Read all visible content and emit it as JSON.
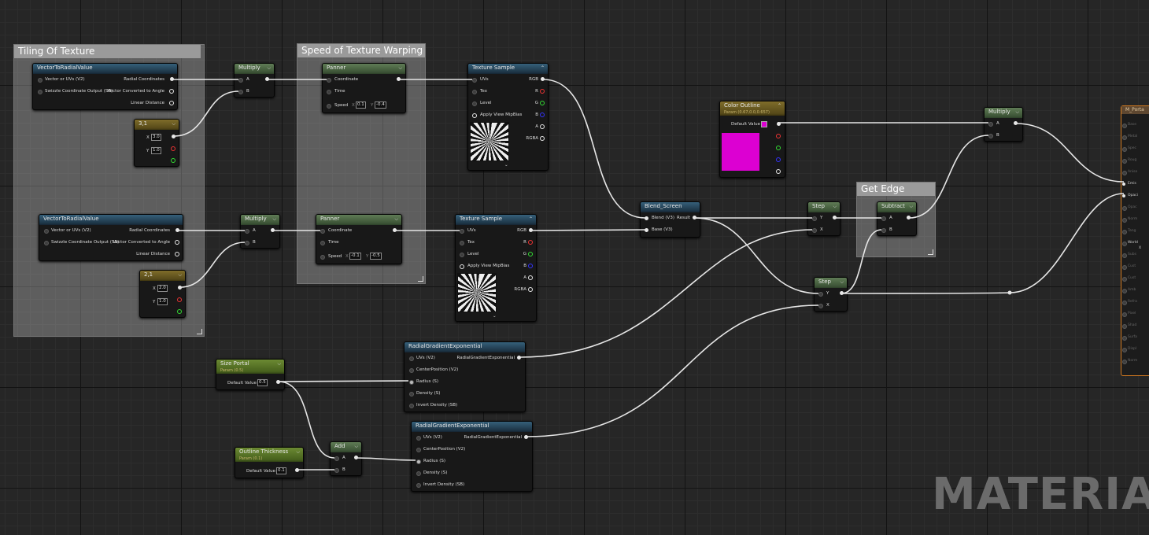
{
  "comments": {
    "tiling": "Tiling Of Texture",
    "speed": "Speed of Texture Warping",
    "edge": "Get Edge"
  },
  "nodes": {
    "vtr1": {
      "title": "VectorToRadialValue",
      "in_uvs": "Vector or UVs (V2)",
      "in_swizzle": "Swizzle Coordinate Output (SB)",
      "out_radial": "Radial Coordinates",
      "out_angle": "Vector Converted to Angle",
      "out_linear": "Linear Distance"
    },
    "vtr2": {
      "title": "VectorToRadialValue",
      "in_uvs": "Vector or UVs (V2)",
      "in_swizzle": "Swizzle Coordinate Output (SB)",
      "out_radial": "Radial Coordinates",
      "out_angle": "Vector Converted to Angle",
      "out_linear": "Linear Distance"
    },
    "c31": {
      "title": "3,1",
      "x_label": "X",
      "x_value": "3.0",
      "y_label": "Y",
      "y_value": "1.0"
    },
    "c21": {
      "title": "2,1",
      "x_label": "X",
      "x_value": "2.0",
      "y_label": "Y",
      "y_value": "1.0"
    },
    "mul1": {
      "title": "Multiply",
      "a": "A",
      "b": "B"
    },
    "mul2": {
      "title": "Multiply",
      "a": "A",
      "b": "B"
    },
    "mul3": {
      "title": "Multiply",
      "a": "A",
      "b": "B"
    },
    "pan1": {
      "title": "Panner",
      "coord": "Coordinate",
      "time": "Time",
      "speed": "Speed",
      "sx_label": "X",
      "sx": "0.1",
      "sy_label": "Y",
      "sy": "-0.4"
    },
    "pan2": {
      "title": "Panner",
      "coord": "Coordinate",
      "time": "Time",
      "speed": "Speed",
      "sx_label": "X",
      "sx": "-0.1",
      "sy_label": "Y",
      "sy": "-0.5"
    },
    "tex1": {
      "title": "Texture Sample",
      "uvs": "UVs",
      "tex": "Tex",
      "level": "Level",
      "mip": "Apply View MipBias",
      "rgb": "RGB",
      "r": "R",
      "g": "G",
      "b": "B",
      "a": "A",
      "rgba": "RGBA"
    },
    "tex2": {
      "title": "Texture Sample",
      "uvs": "UVs",
      "tex": "Tex",
      "level": "Level",
      "mip": "Apply View MipBias",
      "rgb": "RGB",
      "r": "R",
      "g": "G",
      "b": "B",
      "a": "A",
      "rgba": "RGBA"
    },
    "blend": {
      "title": "Blend_Screen",
      "blend": "Blend (V3)",
      "base": "Base (V3)",
      "result": "Result"
    },
    "color": {
      "title": "Color Outline",
      "subtitle": "Param (0.67,0.0,0.657)",
      "default": "Default Value",
      "swatch_color": "#dc00d2"
    },
    "step1": {
      "title": "Step",
      "y": "Y",
      "x": "X"
    },
    "step2": {
      "title": "Step",
      "y": "Y",
      "x": "X"
    },
    "sub": {
      "title": "Subtract",
      "a": "A",
      "b": "B"
    },
    "size": {
      "title": "Size Portal",
      "subtitle": "Param (0.5)",
      "default": "Default Value",
      "value": "0.5"
    },
    "thick": {
      "title": "Outline Thickness",
      "subtitle": "Param (0.1)",
      "default": "Default Value",
      "value": "0.1"
    },
    "add": {
      "title": "Add",
      "a": "A",
      "b": "B"
    },
    "rge1": {
      "title": "RadialGradientExponential",
      "uvs": "UVs (V2)",
      "center": "CenterPosition (V2)",
      "radius": "Radius (S)",
      "density": "Density (S)",
      "invert": "Invert Density (SB)",
      "out": "RadialGradientExponential"
    },
    "rge2": {
      "title": "RadialGradientExponential",
      "uvs": "UVs (V2)",
      "center": "CenterPosition (V2)",
      "radius": "Radius (S)",
      "density": "Density (S)",
      "invert": "Invert Density (SB)",
      "out": "RadialGradientExponential"
    },
    "portal": {
      "title": "M_Porta",
      "pins": [
        "Base",
        "Metal",
        "Spec",
        "Roug",
        "Aniso",
        "Emis",
        "Opaci",
        "Opac",
        "Norm",
        "Tang",
        "World",
        "Subs",
        "Cust",
        "Cust",
        "Amb",
        "Refra",
        "Pixel",
        "Shad",
        "Surfa",
        "Displ",
        "Norm"
      ],
      "x_label": "X"
    }
  },
  "watermark": "MATERIAL"
}
